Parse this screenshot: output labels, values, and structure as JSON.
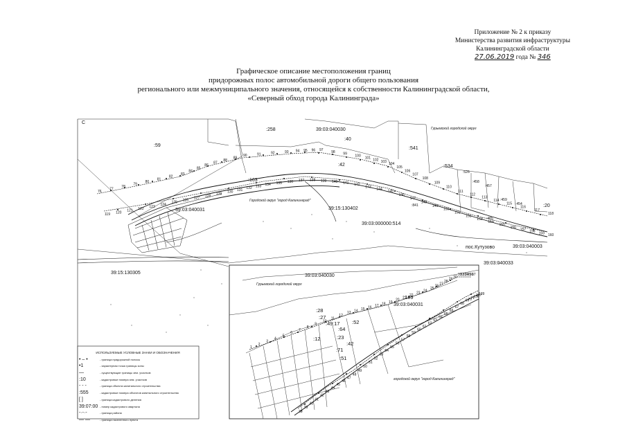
{
  "header": {
    "line1": "Приложение № 2 к приказу",
    "line2": "Министерства развития инфраструктуры",
    "line3": "Калининградской области",
    "date_hand": "27.06.2019",
    "year_label": "года №",
    "number_hand": "346"
  },
  "title": {
    "line1": "Графическое описание местоположения границ",
    "line2": "придорожных полос автомобильной дороги общего пользования",
    "line3": "регионального или межмуниципального значения, относящейся к собственности Калининградской области,",
    "line4": "«Северный обход города Калининграда»"
  },
  "main_map": {
    "corner_c": "С",
    "district_gurievsky": "Гурьевский городской округ",
    "district_kaliningrad": "Городской округ \"город Калининград\"",
    "settlement": "пос.Кутузово",
    "cadastral": {
      "q1": "39:03:040030",
      "q2": "39:03:040031",
      "q3": "39:15:130402",
      "q4": "39:03:000000:514",
      "q5": "39:03:040003",
      "q6": "39:03:040033",
      "q7": "39:15:130305"
    },
    "parcels": {
      "p1": ":258",
      "p2": ":40",
      "p3": ":541",
      "p4": ":534",
      "p5": ":59",
      "p6": ":42",
      "p7": ":163",
      "p8": ":20",
      "p9": ":526",
      "p10": ":458",
      "p11": ":457",
      "p12": ":459",
      "p13": ":454",
      "p14": ":841",
      "p15": ":485"
    },
    "points": [
      "76",
      "77",
      "78",
      "79",
      "80",
      "81",
      "82",
      "83",
      "84",
      "85",
      "86",
      "87",
      "88",
      "89",
      "90",
      "91",
      "92",
      "93",
      "94",
      "95",
      "96",
      "97",
      "98",
      "99",
      "100",
      "101",
      "102",
      "103",
      "104",
      "105",
      "106",
      "107",
      "108",
      "109",
      "110",
      "111",
      "112",
      "113",
      "114",
      "115",
      "116",
      "117",
      "118",
      "119",
      "120",
      "121",
      "122",
      "123",
      "124",
      "125",
      "126",
      "127",
      "128",
      "129",
      "130",
      "131",
      "132",
      "133",
      "134",
      "135",
      "136",
      "137",
      "138",
      "139",
      "140",
      "141",
      "142",
      "143",
      "144",
      "145",
      "146",
      "147",
      "148",
      "149",
      "150",
      "151",
      "152",
      "153",
      "154",
      "155",
      "156",
      "157",
      "158",
      "159",
      "160"
    ]
  },
  "inset_map": {
    "district_gurievsky": "Гурьевский городской округ",
    "district_kaliningrad": "городской округ \"город Калининград\"",
    "cadastral_q1": "39:03:040030",
    "cadastral_q2": "39:03:040031",
    "parcel_a": ":189",
    "parcel_b": ":52",
    "parcel_c": ":28",
    "parcel_d": ":27",
    "parcel_e": ":49",
    "parcel_f": ":17",
    "parcel_g": ":42",
    "parcel_h": ":64",
    "parcel_i": ":23",
    "parcel_j": ":51",
    "parcel_k": ":12",
    "parcel_l": ":71",
    "points": [
      "1",
      "2",
      "3",
      "4",
      "5",
      "6",
      "7",
      "8",
      "9",
      "10",
      "11",
      "12",
      "13",
      "14",
      "15",
      "16",
      "17",
      "18",
      "19",
      "20",
      "21",
      "22",
      "23",
      "24",
      "25",
      "26",
      "27",
      "28",
      "29",
      "30",
      "31",
      "32",
      "33",
      "34",
      "35",
      "36",
      "37",
      "38",
      "39",
      "40",
      "41",
      "42",
      "43",
      "44",
      "45",
      "46",
      "47",
      "48",
      "49",
      "50",
      "51",
      "52",
      "53",
      "54",
      "55",
      "56",
      "57",
      "58",
      "59",
      "60",
      "61",
      "62",
      "63",
      "64",
      "65",
      "66",
      "67",
      "68",
      "69",
      "70",
      "71",
      "136",
      "137",
      "139"
    ]
  },
  "legend": {
    "title": "ИСПОЛЬЗУЕМЫЕ УСЛОВНЫЕ ЗНАКИ И ОБОЗНАЧЕНИЯ",
    "rows": [
      {
        "symbol": "• – •",
        "text": "- граница придорожной полосы"
      },
      {
        "symbol": "•1",
        "text": "- характерная точка границы зоны"
      },
      {
        "symbol": "—",
        "text": "- существующие границы зем. участков"
      },
      {
        "symbol": ":10",
        "text": "- кадастровые номера зем. участков"
      },
      {
        "symbol": "- - -",
        "text": "- граница объекта капитального строительства"
      },
      {
        "symbol": ":555",
        "text": "- кадастровые номера объектов капитального строительства"
      },
      {
        "symbol": "[ ]",
        "text": "- граница кадастрового деления"
      },
      {
        "symbol": "39:07:00",
        "text": "- номер кадастрового квартала"
      },
      {
        "symbol": "-·-·-",
        "text": "- граница района"
      },
      {
        "symbol": "— —",
        "text": "- граница населенного пункта"
      }
    ]
  }
}
